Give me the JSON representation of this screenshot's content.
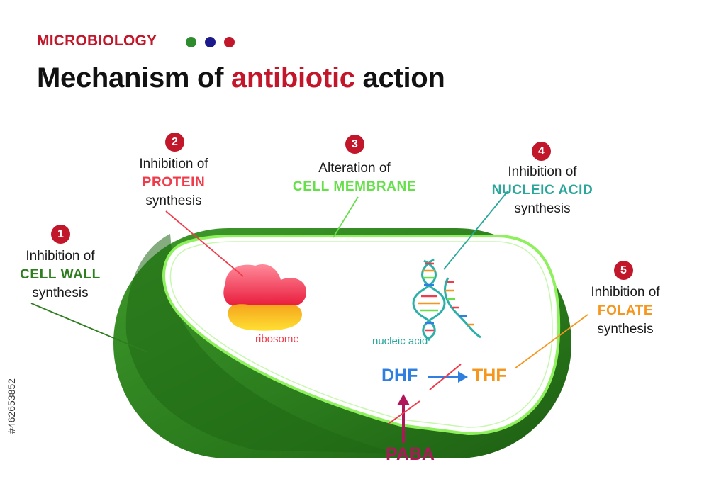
{
  "header": {
    "category": "MICROBIOLOGY",
    "title_pre": "Mechanism of ",
    "title_accent": "antibiotic",
    "title_post": " action"
  },
  "category_dots": [
    "#2e8b2e",
    "#1a1a8c",
    "#c2162b"
  ],
  "mechanisms": [
    {
      "number": "1",
      "line1": "Inhibition of",
      "highlight": "CELL WALL",
      "line3": "synthesis",
      "color": "#2e7d1e"
    },
    {
      "number": "2",
      "line1": "Inhibition of",
      "highlight": "PROTEIN",
      "line3": "synthesis",
      "color": "#f03c4a"
    },
    {
      "number": "3",
      "line1": "Alteration of",
      "highlight": "CELL MEMBRANE",
      "line3": "",
      "color": "#66e04a"
    },
    {
      "number": "4",
      "line1": "Inhibition of",
      "highlight": "NUCLEIC ACID",
      "line3": "synthesis",
      "color": "#2aa69a"
    },
    {
      "number": "5",
      "line1": "Inhibition of",
      "highlight": "FOLATE",
      "line3": "synthesis",
      "color": "#f5961e"
    }
  ],
  "cell_labels": {
    "ribosome": "ribosome",
    "nucleic_acid": "nucleic acid",
    "dhf": "DHF",
    "thf": "THF",
    "paba": "PABA"
  },
  "colors": {
    "cell_wall": "#2a7a1c",
    "membrane": "#8ef05c",
    "dhf": "#2f7fe0",
    "thf": "#f5961e",
    "paba": "#b0175a",
    "accent": "#c2162b"
  },
  "stock_id": "#462653852"
}
